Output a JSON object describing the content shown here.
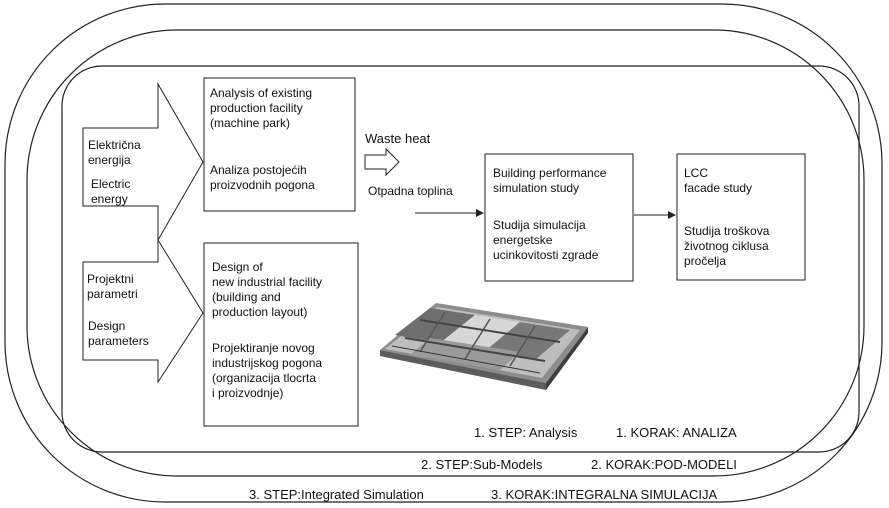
{
  "boxes": {
    "analysis": "Analysis of existing\nproduction facility\n(machine park)",
    "analysis_hr": "Analiza postojećih\nproizvodnih pogona",
    "design": "Design of\nnew industrial facility\n(building and\nproduction layout)",
    "design_hr": "Projektiranje novog\nindustrijskog pogona\n(organizacija tlocrta\ni proizvodnje)",
    "bps": "Building performance\nsimulation study",
    "bps_hr": "Studija simulacija\nenergetske\nucinkovitosti zgrade",
    "lcc": "LCC\nfacade study",
    "lcc_hr": "Studija troškova\nživotnog ciklusa\npročelja"
  },
  "inputs": {
    "electric_hr": "Električna\nenergija",
    "electric_en": "Electric\nenergy",
    "params_hr": "Projektni\nparametri",
    "params_en": "Design\nparameters"
  },
  "waste": {
    "en": "Waste heat",
    "hr": "Otpadna toplina"
  },
  "steps": {
    "s1_en": "1. STEP: Analysis",
    "s1_hr": "1. KORAK: ANALIZA",
    "s2_en": "2. STEP:Sub-Models",
    "s2_hr": "2. KORAK:POD-MODELI",
    "s3_en": "3. STEP:Integrated Simulation",
    "s3_hr": "3. KORAK:INTEGRALNA SIMULACIJA"
  },
  "colors": {
    "stroke": "#222222",
    "background": "#ffffff"
  }
}
